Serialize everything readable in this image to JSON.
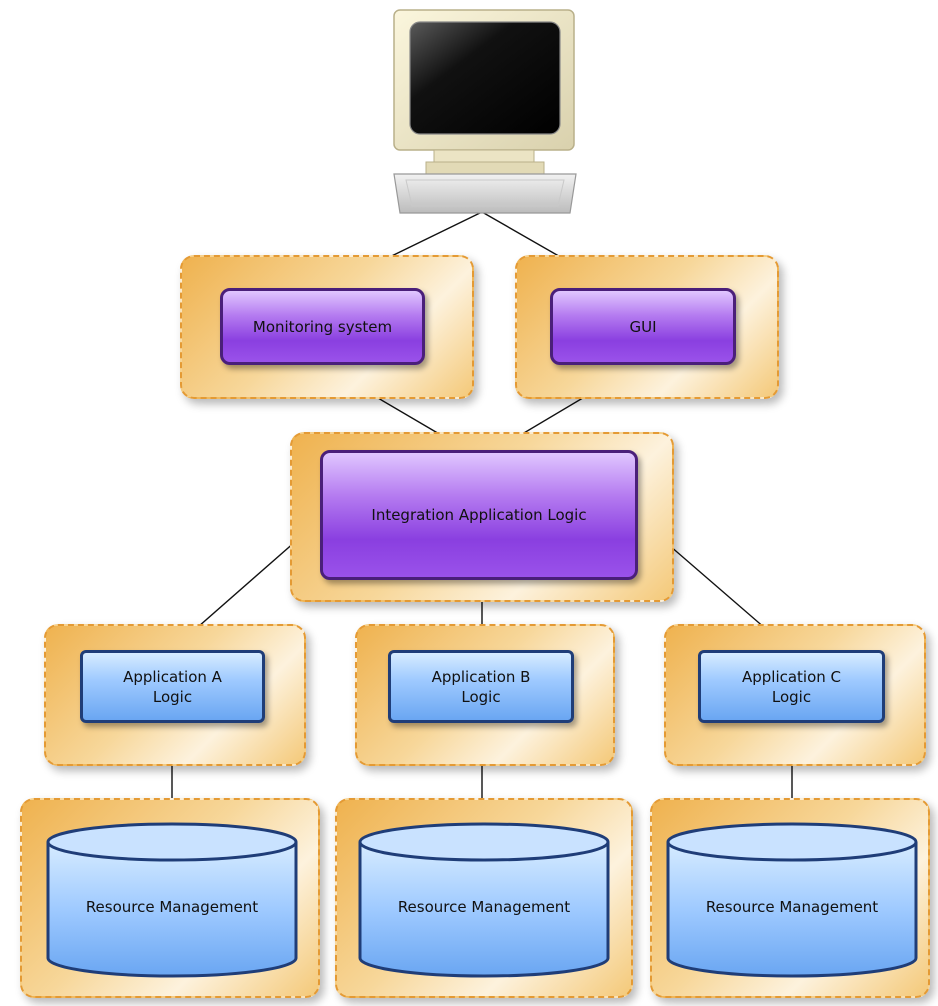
{
  "diagram": {
    "top_layer": {
      "monitoring": "Monitoring system",
      "gui": "GUI"
    },
    "integration": "Integration Application Logic",
    "applications": [
      {
        "line1": "Application A",
        "line2": "Logic"
      },
      {
        "line1": "Application B",
        "line2": "Logic"
      },
      {
        "line1": "Application C",
        "line2": "Logic"
      }
    ],
    "resources": [
      "Resource Management",
      "Resource Management",
      "Resource Management"
    ]
  },
  "colors": {
    "layer_border": "#e49a34",
    "purple_border": "#4a1f7a",
    "blue_border": "#1f3d78",
    "arrow": "#111111"
  }
}
